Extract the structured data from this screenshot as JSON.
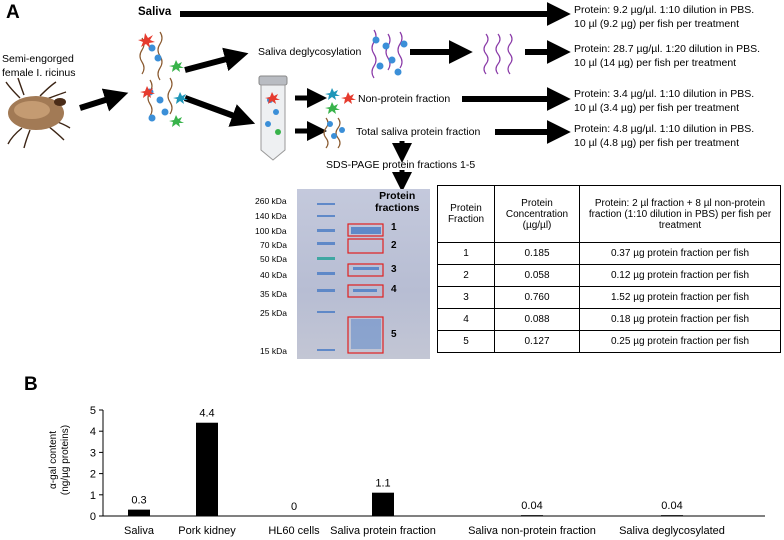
{
  "panel_a": {
    "label": "A",
    "saliva_title": "Saliva",
    "tick_label_line1": "Semi-engorged",
    "tick_label_line2": "female I. ricinus",
    "deglyco_label": "Saliva deglycosylation",
    "nonprotein_label": "Non-protein fraction",
    "total_protein_label": "Total saliva protein fraction",
    "sdspage_label": "SDS-PAGE protein fractions 1-5",
    "results": [
      {
        "line1": "Protein: 9.2 µg/µl. 1:10 dilution in PBS.",
        "line2": "10 µl (9.2 µg) per fish per treatment"
      },
      {
        "line1": "Protein: 28.7 µg/µl. 1:20 dilution in PBS.",
        "line2": "10 µl (14 µg) per fish per treatment"
      },
      {
        "line1": "Protein: 3.4 µg/µl. 1:10 dilution in PBS.",
        "line2": "10 µl (3.4 µg) per fish per treatment"
      },
      {
        "line1": "Protein: 4.8 µg/µl. 1:10 dilution in PBS.",
        "line2": "10 µl (4.8 µg) per fish per treatment"
      }
    ],
    "gel": {
      "header_line1": "Protein",
      "header_line2": "fractions",
      "ladder": [
        "260 kDa",
        "140 kDa",
        "100 kDa",
        "70 kDa",
        "50 kDa",
        "40 kDa",
        "35 kDa",
        "25 kDa",
        "15 kDa"
      ],
      "fraction_numbers": [
        "1",
        "2",
        "3",
        "4",
        "5"
      ]
    },
    "table": {
      "headers": [
        "Protein Fraction",
        "Protein Concentration (µg/µl)",
        "Protein: 2 µl fraction + 8 µl non-protein fraction (1:10 dilution in PBS) per fish per treatment"
      ],
      "rows": [
        [
          "1",
          "0.185",
          "0.37 µg protein fraction per fish"
        ],
        [
          "2",
          "0.058",
          "0.12 µg protein fraction per fish"
        ],
        [
          "3",
          "0.760",
          "1.52 µg protein fraction per fish"
        ],
        [
          "4",
          "0.088",
          "0.18 µg protein fraction per fish"
        ],
        [
          "5",
          "0.127",
          "0.25 µg protein fraction per fish"
        ]
      ]
    }
  },
  "panel_b": {
    "label": "B"
  },
  "chart_data": {
    "type": "bar",
    "categories": [
      "Saliva",
      "Pork kidney",
      "HL60 cells",
      "Saliva protein fraction",
      "Saliva non-protein fraction",
      "Saliva deglycosylated"
    ],
    "values": [
      0.3,
      4.4,
      0,
      1.1,
      0.04,
      0.04
    ],
    "data_labels": [
      "0.3",
      "4.4",
      "0",
      "1.1",
      "0.04",
      "0.04"
    ],
    "ylabel_line1": "α-gal content",
    "ylabel_line2": "(ng/µg proteins)",
    "ylim": [
      0,
      5
    ],
    "yticks": [
      0,
      1,
      2,
      3,
      4,
      5
    ],
    "bar_color": "#000000"
  }
}
